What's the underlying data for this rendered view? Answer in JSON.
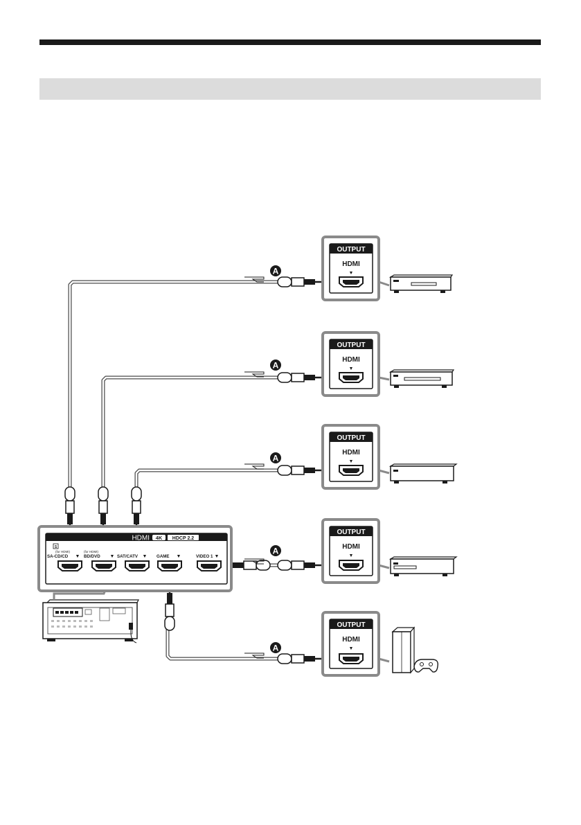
{
  "header": {
    "rule": "",
    "band": ""
  },
  "receiver_panel": {
    "banner": "HDMI",
    "badge_4k": "4K",
    "badge_hdcp": "HDCP 2.2",
    "audio_tag": "S",
    "ports": [
      {
        "sub": "(for HDMI)",
        "label": "SA-CD/CD",
        "arrow": "▼"
      },
      {
        "sub": "(for HDMI)",
        "label": "BD/DVD",
        "arrow": "▼"
      },
      {
        "sub": "",
        "label": "SAT/CATV",
        "arrow": "▼"
      },
      {
        "sub": "",
        "label": "GAME",
        "arrow": "▼"
      },
      {
        "sub": "",
        "label": "VIDEO 1",
        "arrow": "▼"
      }
    ]
  },
  "devices": [
    {
      "output": "OUTPUT",
      "hdmi": "HDMI",
      "arrow": "▼",
      "cable": "A"
    },
    {
      "output": "OUTPUT",
      "hdmi": "HDMI",
      "arrow": "▼",
      "cable": "A"
    },
    {
      "output": "OUTPUT",
      "hdmi": "HDMI",
      "arrow": "▼",
      "cable": "A"
    },
    {
      "output": "OUTPUT",
      "hdmi": "HDMI",
      "arrow": "▼",
      "cable": "A"
    },
    {
      "output": "OUTPUT",
      "hdmi": "HDMI",
      "arrow": "▼",
      "cable": "A"
    }
  ],
  "icons": {
    "source_devices": [
      "blu-ray-player-icon",
      "dvd-player-icon",
      "set-top-box-icon",
      "video-player-icon",
      "game-console-icon"
    ],
    "receiver": "av-receiver-icon"
  },
  "colors": {
    "ink": "#1a1a1a",
    "panel": "#555555",
    "band": "#dcdcdc"
  }
}
